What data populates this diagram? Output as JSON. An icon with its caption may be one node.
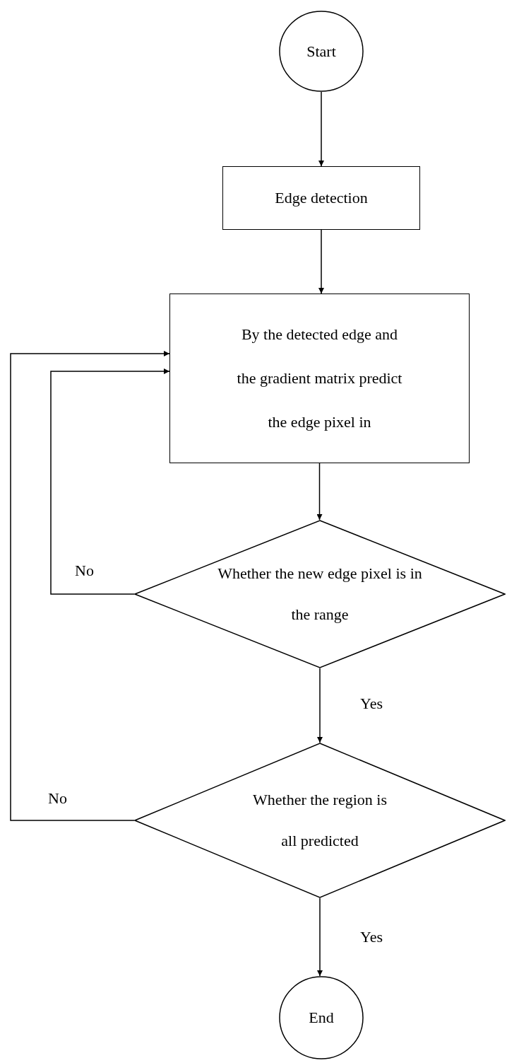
{
  "diagram": {
    "nodes": [
      {
        "text": [
          "Start"
        ]
      },
      {
        "text": [
          "Edge detection"
        ]
      },
      {
        "text": [
          "By the detected edge and the gradient matrix predict the edge pixel in"
        ]
      },
      {
        "text": [
          "Whether the new edge pixel is in the range"
        ]
      },
      {
        "text": [
          "Whether the region is all predicted"
        ]
      },
      {
        "text": [
          "End"
        ]
      }
    ],
    "edges": [
      {
        "from": 0,
        "to": 1,
        "arrow": "to"
      },
      {
        "from": 1,
        "to": 2,
        "arrow": "to"
      },
      {
        "from": 2,
        "to": 3,
        "arrow": "to"
      },
      {
        "from": 3,
        "to": 4,
        "arrow": "to",
        "label": "Yes"
      },
      {
        "from": 4,
        "to": 5,
        "arrow": "to",
        "label": "Yes"
      },
      {
        "from": 3,
        "to": 2,
        "arrow": "to",
        "label": "No"
      },
      {
        "from": 4,
        "to": 2,
        "arrow": "to",
        "label": "No"
      }
    ]
  }
}
